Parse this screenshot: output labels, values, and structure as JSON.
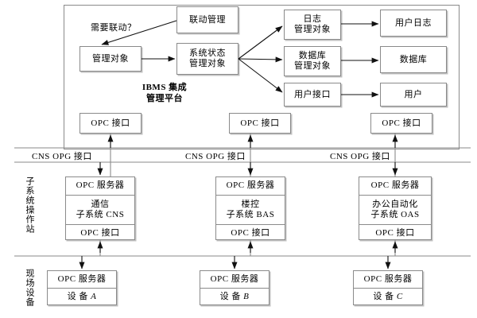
{
  "diagram": {
    "title_block": {
      "line1": "IBMS 集成",
      "line2": "管理平台"
    },
    "top_layer": {
      "condition_label": "需要联动？",
      "boxes": {
        "linkage_mgmt": "联动管理",
        "managed_object": "管理对象",
        "system_state_object_l1": "系统状态",
        "system_state_object_l2": "管理对象",
        "log_object_l1": "日志",
        "log_object_l2": "管理对象",
        "db_object_l1": "数据库",
        "db_object_l2": "管理对象",
        "user_interface": "用户接口",
        "user_log": "用户日志",
        "database": "数据库",
        "user": "用户"
      },
      "opc_interfaces": [
        "OPC 接口",
        "OPC 接口",
        "OPC 接口"
      ]
    },
    "bus_labels": [
      "CNS OPG 接口",
      "CNS OPG 接口",
      "CNS OPG 接口"
    ],
    "middle_layer": {
      "side_label": "子系统操作站",
      "nodes": [
        {
          "server": "OPC 服务器",
          "name_l1": "通信",
          "name_l2": "子系统 CNS",
          "iface": "OPC 接口"
        },
        {
          "server": "OPC 服务器",
          "name_l1": "楼控",
          "name_l2": "子系统 BAS",
          "iface": "OPC 接口"
        },
        {
          "server": "OPC 服务器",
          "name_l1": "办公自动化",
          "name_l2": "子系统 OAS",
          "iface": "OPC 接口"
        }
      ]
    },
    "bottom_layer": {
      "side_label": "现场设备",
      "nodes": [
        {
          "server": "OPC 服务器",
          "device_prefix": "设 备 ",
          "device_id": "A"
        },
        {
          "server": "OPC 服务器",
          "device_prefix": "设 备 ",
          "device_id": "B"
        },
        {
          "server": "OPC 服务器",
          "device_prefix": "设 备 ",
          "device_id": "C"
        }
      ]
    },
    "colors": {
      "line": "#8a8a8a",
      "stroke": "#111111",
      "background": "#ffffff"
    }
  }
}
